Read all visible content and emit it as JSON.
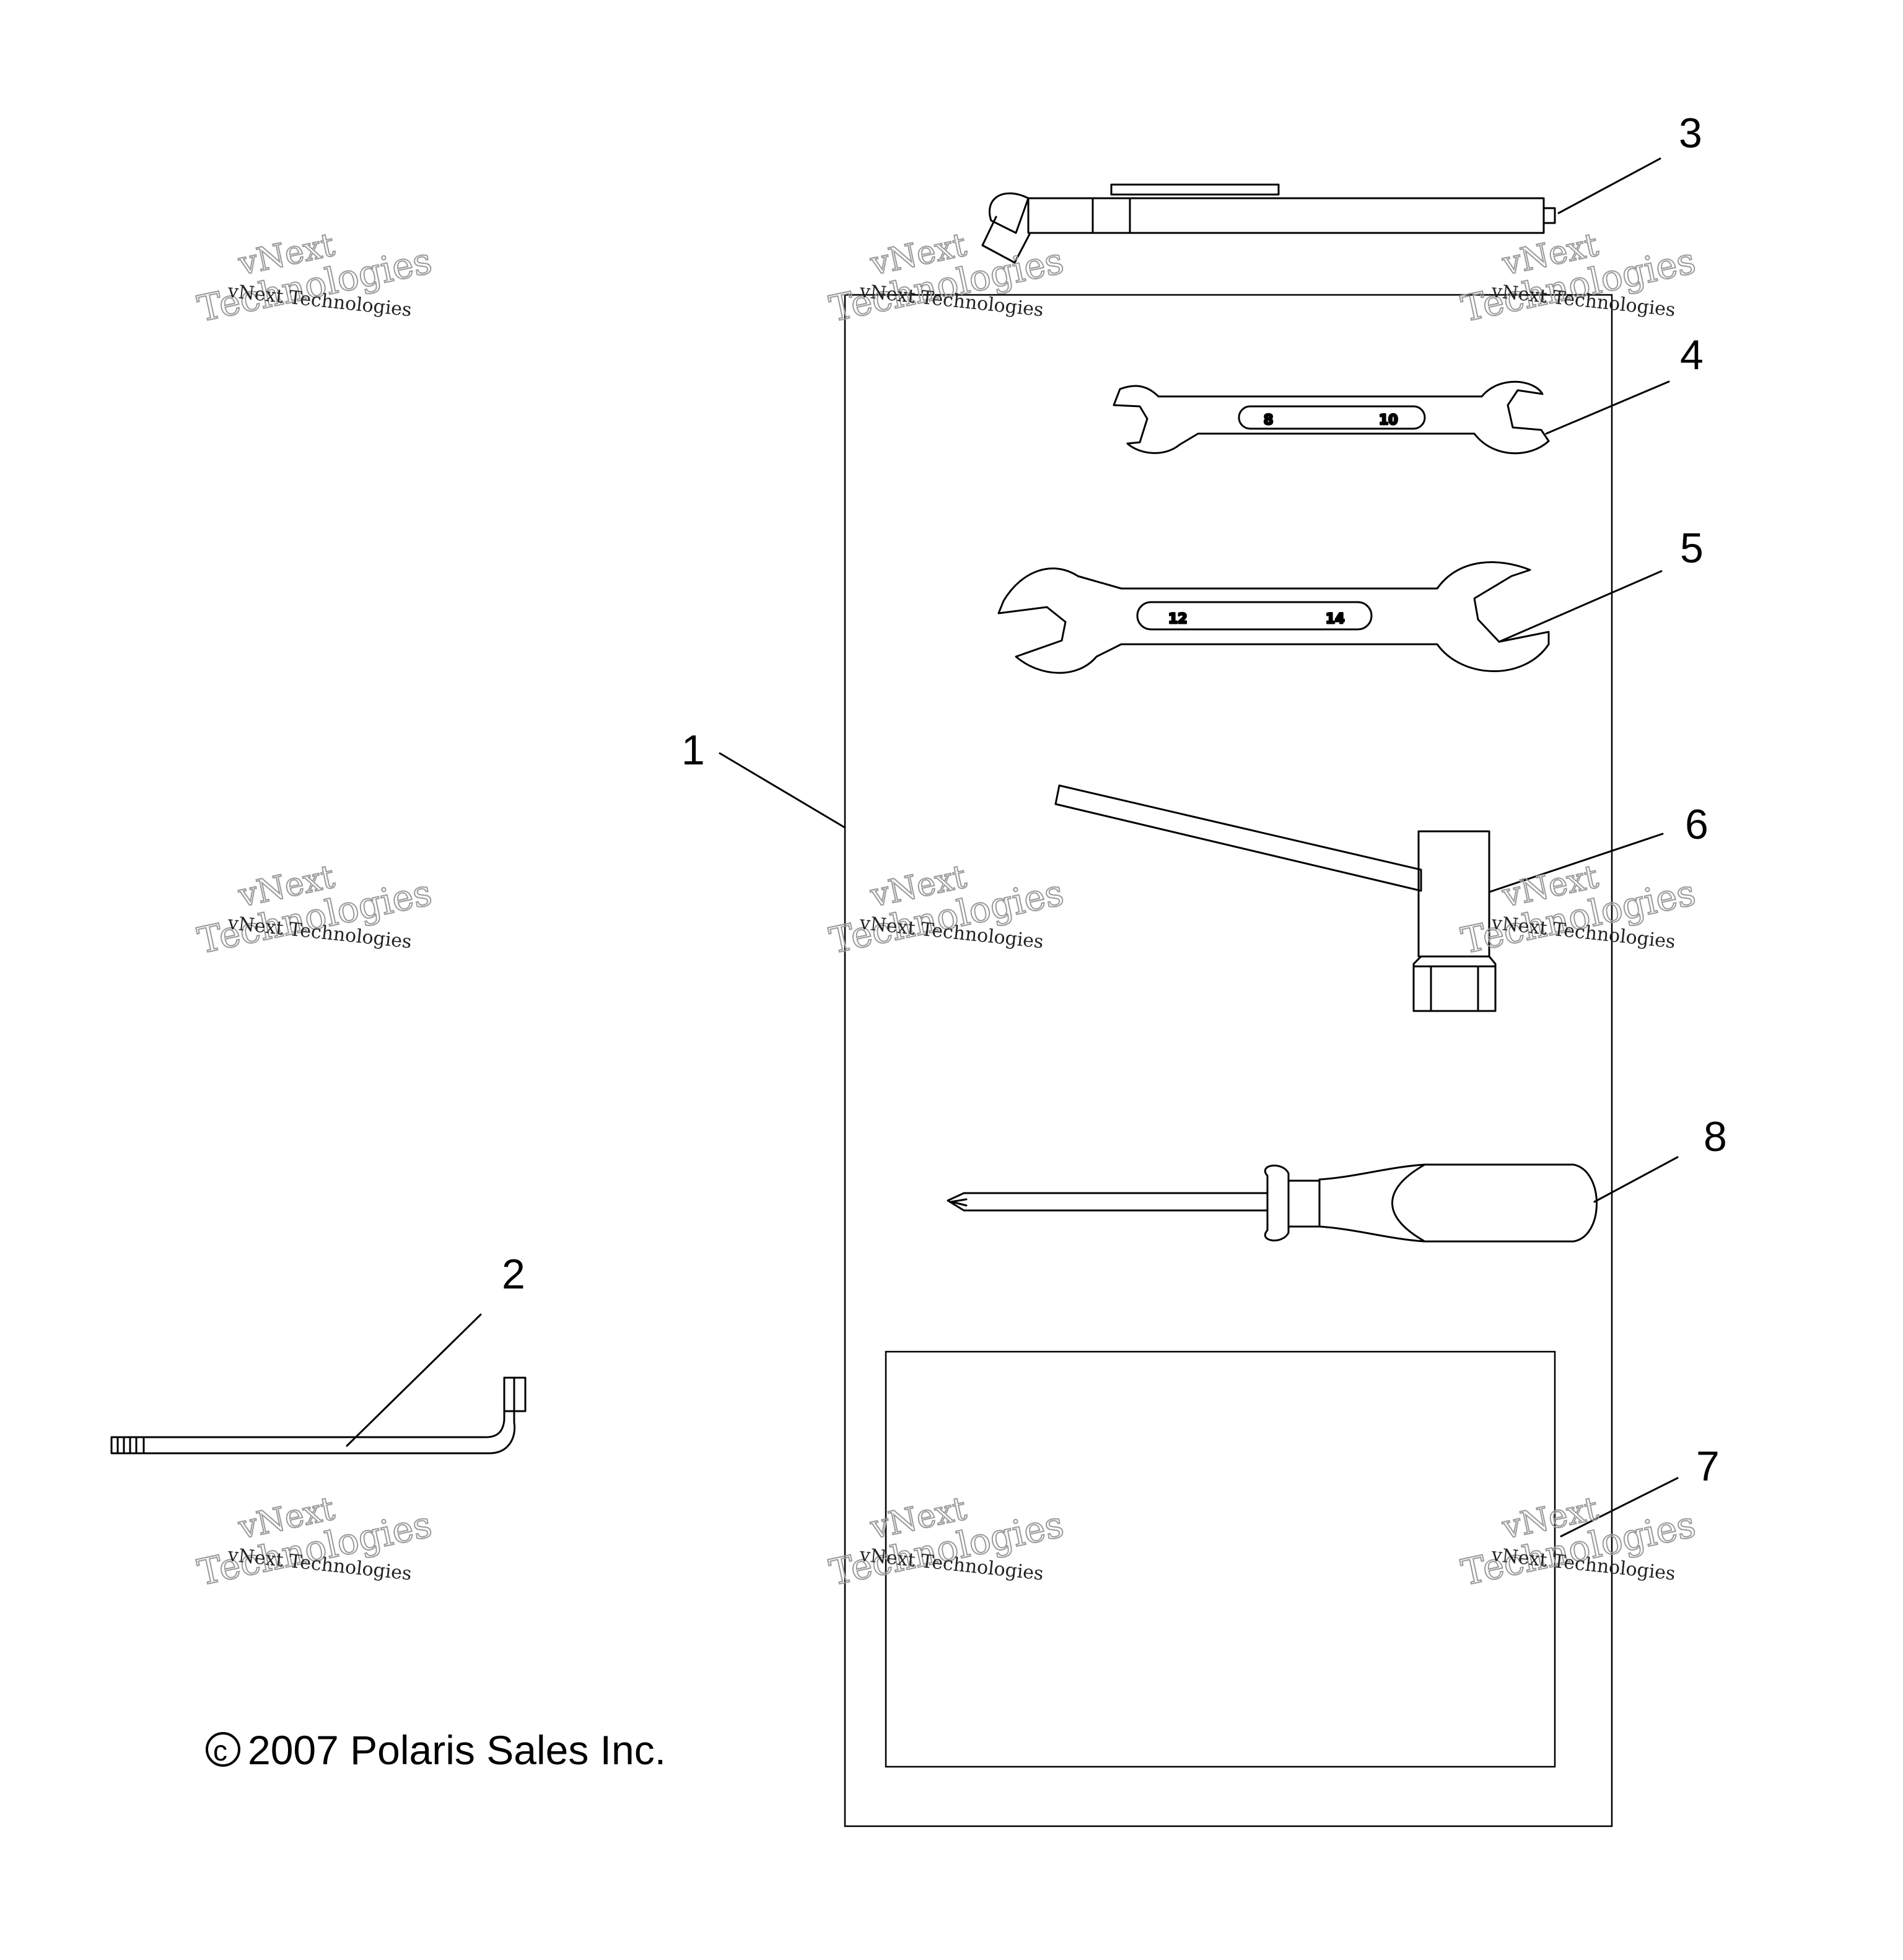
{
  "callouts": {
    "c1": "1",
    "c2": "2",
    "c3": "3",
    "c4": "4",
    "c5": "5",
    "c6": "6",
    "c7": "7",
    "c8": "8"
  },
  "wrench_small": {
    "left_size": "8",
    "right_size": "10"
  },
  "wrench_large": {
    "left_size": "12",
    "right_size": "14"
  },
  "copyright": {
    "symbol": "c",
    "text": "2007 Polaris Sales Inc."
  },
  "watermark": {
    "line1": "vNext",
    "line2": "Technologies",
    "small": "vNext Technologies"
  }
}
